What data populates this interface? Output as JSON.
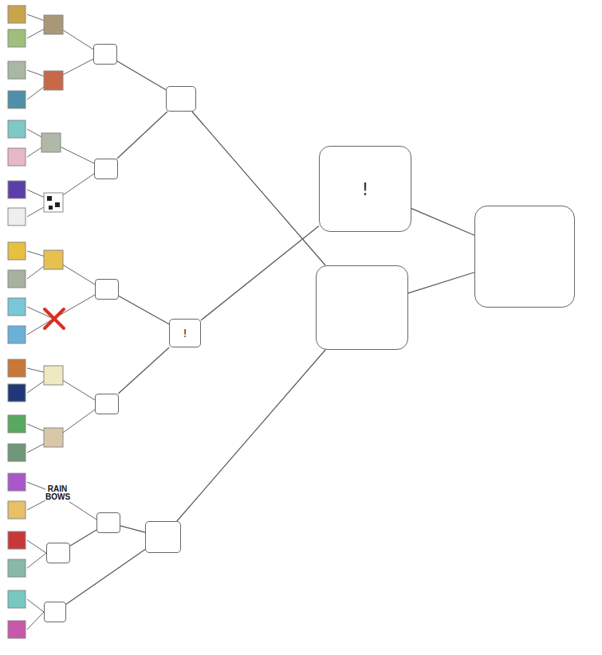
{
  "diagram": {
    "nodes": [
      {
        "text": []
      },
      {
        "text": []
      },
      {
        "text": []
      },
      {
        "text": []
      },
      {
        "text": []
      },
      {
        "text": [
          "!"
        ]
      },
      {
        "text": []
      },
      {
        "text": []
      },
      {
        "text": []
      },
      {
        "text": []
      },
      {
        "text": [
          "!"
        ]
      },
      {
        "text": []
      },
      {
        "text": []
      }
    ],
    "edges": [
      {
        "from": 0,
        "to": 2,
        "arrow": "none"
      },
      {
        "from": 1,
        "to": 2,
        "arrow": "none"
      },
      {
        "from": 3,
        "to": 5,
        "arrow": "none"
      },
      {
        "from": 4,
        "to": 5,
        "arrow": "none"
      },
      {
        "from": 6,
        "to": 9,
        "arrow": "none"
      },
      {
        "from": 7,
        "to": 6,
        "arrow": "none"
      },
      {
        "from": 8,
        "to": 9,
        "arrow": "none"
      },
      {
        "from": 2,
        "to": 11,
        "arrow": "none"
      },
      {
        "from": 5,
        "to": 10,
        "arrow": "none"
      },
      {
        "from": 9,
        "to": 11,
        "arrow": "none"
      },
      {
        "from": 10,
        "to": 12,
        "arrow": "none"
      },
      {
        "from": 11,
        "to": 12,
        "arrow": "none"
      }
    ],
    "labels": [
      "RAIN BOWS"
    ]
  }
}
